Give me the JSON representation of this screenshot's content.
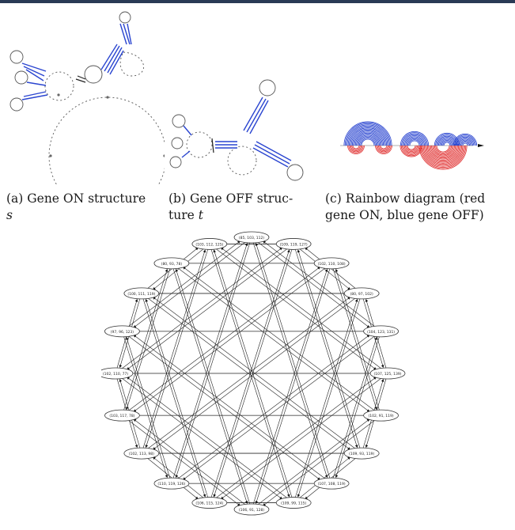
{
  "page": {
    "accent": "#2a3a55"
  },
  "figures": [
    {
      "id": "a",
      "caption_prefix": "(a) Gene ON structure",
      "caption_var": "s"
    },
    {
      "id": "b",
      "caption_prefix": "(b)  Gene  OFF  struc-",
      "caption_cont": "ture ",
      "caption_var": "t"
    },
    {
      "id": "c",
      "caption_line1": "(c)  Rainbow diagram (red",
      "caption_line2": "gene ON, blue gene OFF)",
      "colors": {
        "on": "#e03030",
        "off": "#2a45d0"
      }
    }
  ],
  "graph": {
    "nodes": [
      "(85, 103, 112)",
      "(109, 119, 127)",
      "(102, 110, 108)",
      "(80, 97, 102)",
      "(104, 123, 131)",
      "(107, 125, 139)",
      "(102, 91, 119)",
      "(109, 93, 119)",
      "(107, 108, 119)",
      "(109, 99, 115)",
      "(106, 91, 128)",
      "(106, 115, 124)",
      "(110, 119, 126)",
      "(102, 113, 98)",
      "(103, 117, 78)",
      "(102, 110, 77)",
      "(97, 96, 123)",
      "(100, 111, 119)",
      "(80, 93, 78)",
      "(103, 112, 125)"
    ]
  }
}
